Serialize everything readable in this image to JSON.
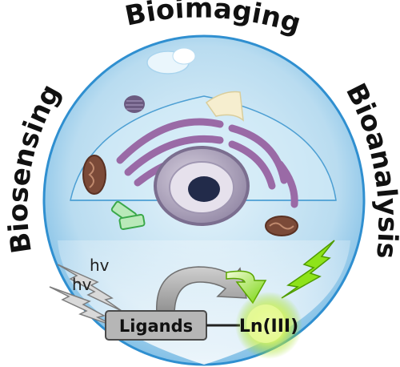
{
  "arc_labels": {
    "top": "Bioimaging",
    "left": "Biosensing",
    "right": "Bioanalysis"
  },
  "scheme": {
    "ligands_label": "Ligands",
    "ion_label": "Ln(III)",
    "photon_label_1": "hv",
    "photon_label_2": "hv"
  },
  "colors": {
    "cell_fill": "#b9dcf0",
    "cell_edge": "#2f8fd0",
    "nucleus": "#a49ab2",
    "golgi_er": "#9a6aa6",
    "mitochondria": "#7b4a38",
    "centriole": "#3aa84a",
    "emission_arrow": "#7ddc10",
    "ion_glow": "#c8f04a",
    "ligand_box": "#b6b6b6"
  }
}
